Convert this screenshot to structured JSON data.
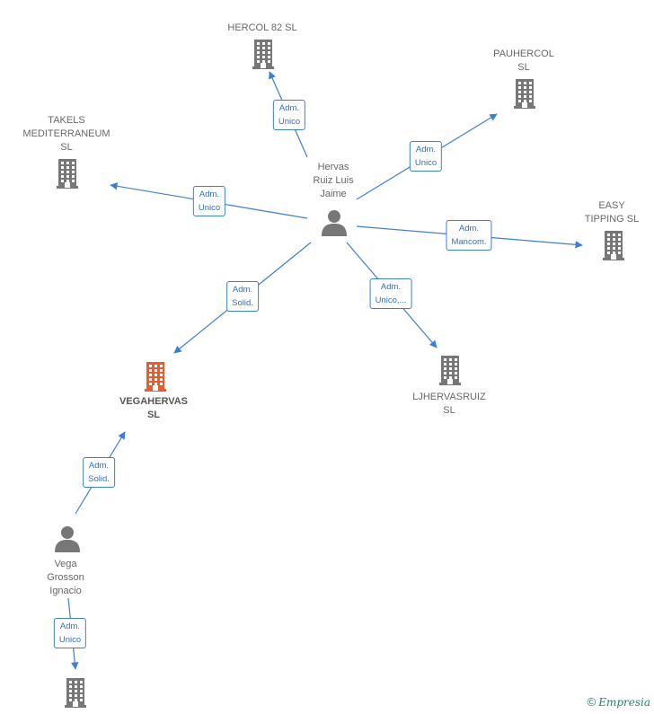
{
  "colors": {
    "edge": "#3b7fd0",
    "node": "#777777",
    "highlight": "#ee5a2c"
  },
  "nodes": [
    {
      "id": "hercol82",
      "kind": "building",
      "lines": [
        "HERCOL 82  SL"
      ]
    },
    {
      "id": "pauhercol",
      "kind": "building",
      "lines": [
        "PAUHERCOL",
        "SL"
      ]
    },
    {
      "id": "takels",
      "kind": "building",
      "lines": [
        "TAKELS",
        "MEDITERRANEUM",
        "SL"
      ]
    },
    {
      "id": "hervas",
      "kind": "person",
      "lines": [
        "Hervas",
        "Ruiz Luis",
        "Jaime"
      ]
    },
    {
      "id": "easy",
      "kind": "building",
      "lines": [
        "EASY",
        "TIPPING  SL"
      ]
    },
    {
      "id": "vegahervas",
      "kind": "building",
      "highlight": true,
      "lines": [
        "VEGAHERVAS",
        "SL"
      ]
    },
    {
      "id": "ljhervas",
      "kind": "building",
      "lines": [
        "LJHERVASRUIZ",
        "SL"
      ]
    },
    {
      "id": "vega",
      "kind": "person",
      "lines": [
        "Vega",
        "Grosson",
        "Ignacio"
      ]
    },
    {
      "id": "bottom",
      "kind": "building",
      "lines": []
    }
  ],
  "edges": [
    {
      "id": "e1",
      "from": "hervas",
      "to": "hercol82",
      "label": [
        "Adm.",
        "Unico"
      ]
    },
    {
      "id": "e2",
      "from": "hervas",
      "to": "pauhercol",
      "label": [
        "Adm.",
        "Unico"
      ]
    },
    {
      "id": "e3",
      "from": "hervas",
      "to": "takels",
      "label": [
        "Adm.",
        "Unico"
      ]
    },
    {
      "id": "e4",
      "from": "hervas",
      "to": "easy",
      "label": [
        "Adm.",
        "Mancom."
      ]
    },
    {
      "id": "e5",
      "from": "hervas",
      "to": "vegahervas",
      "label": [
        "Adm.",
        "Solid."
      ]
    },
    {
      "id": "e6",
      "from": "hervas",
      "to": "ljhervas",
      "label": [
        "Adm.",
        "Unico,..."
      ]
    },
    {
      "id": "e7",
      "from": "vega",
      "to": "vegahervas",
      "label": [
        "Adm.",
        "Solid."
      ]
    },
    {
      "id": "e8",
      "from": "vega",
      "to": "bottom",
      "label": [
        "Adm.",
        "Unico"
      ]
    }
  ],
  "footer": {
    "copyright": "©",
    "brand": "Empresia"
  }
}
